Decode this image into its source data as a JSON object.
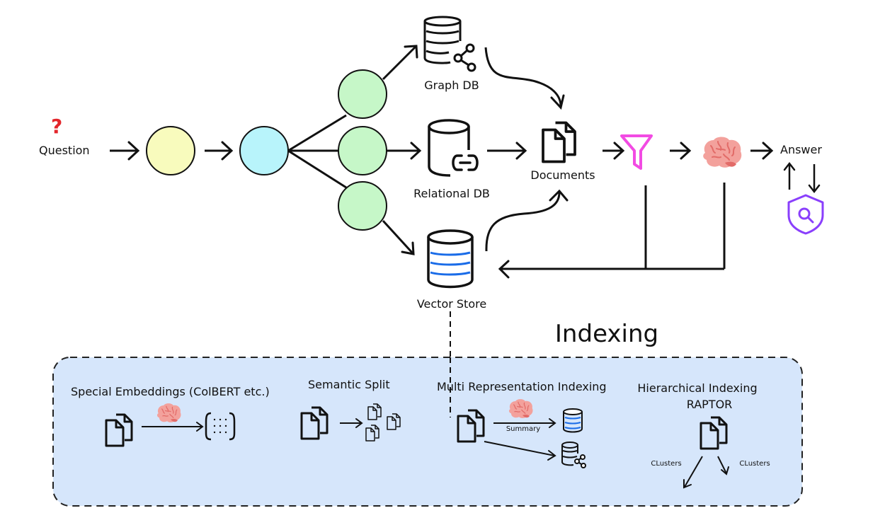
{
  "colors": {
    "stroke": "#111111",
    "query_node": "#f8fbbd",
    "router_node": "#b8f4fb",
    "route_nodes": "#c6f7c8",
    "filter": "#f24be3",
    "vector_lines": "#1a6ce8",
    "guard": "#8a3ffc",
    "question_mark": "#e3262b",
    "brain_main": "#f3a19c",
    "brain_dark": "#e26b68",
    "indexing_panel": "#d6e6fb"
  },
  "flow": {
    "question_icon": "?",
    "question_label": "Question",
    "graph_db_label": "Graph DB",
    "relational_db_label": "Relational DB",
    "vector_store_label": "Vector Store",
    "documents_label": "Documents",
    "answer_label": "Answer"
  },
  "indexing": {
    "title": "Indexing",
    "sections": [
      {
        "title": "Special Embeddings (ColBERT etc.)"
      },
      {
        "title": "Semantic Split"
      },
      {
        "title": "Multi Representation Indexing",
        "arrow_label": "Summary"
      },
      {
        "title": "Hierarchical Indexing",
        "subtitle": "RAPTOR",
        "left_label": "CLusters",
        "right_label": "CLusters"
      }
    ]
  }
}
